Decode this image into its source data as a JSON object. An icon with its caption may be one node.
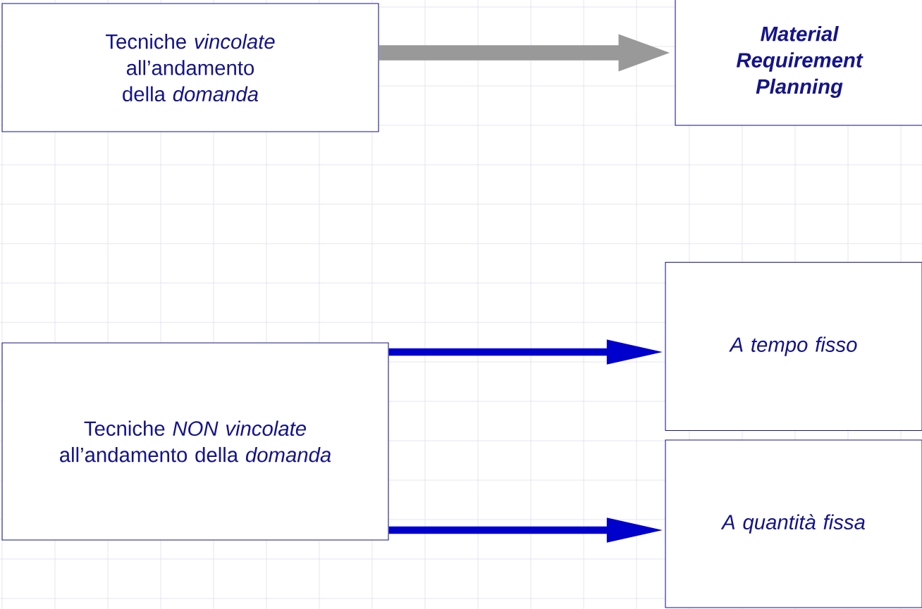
{
  "diagram": {
    "nodes": [
      {
        "text": [
          "Tecniche *vincolate* all’andamento della *domanda*"
        ]
      },
      {
        "text": [
          "Material Requirement Planning"
        ]
      },
      {
        "text": [
          "Tecniche *NON vincolate* all’andamento della *domanda*"
        ]
      },
      {
        "text": [
          "A tempo fisso"
        ]
      },
      {
        "text": [
          "A quantità fissa"
        ]
      }
    ],
    "edges": [
      {
        "from": 0,
        "to": 1,
        "arrow": "to",
        "style": "thick",
        "color": "#999999"
      },
      {
        "from": 2,
        "to": 3,
        "arrow": "to"
      },
      {
        "from": 2,
        "to": 4,
        "arrow": "to"
      }
    ]
  }
}
